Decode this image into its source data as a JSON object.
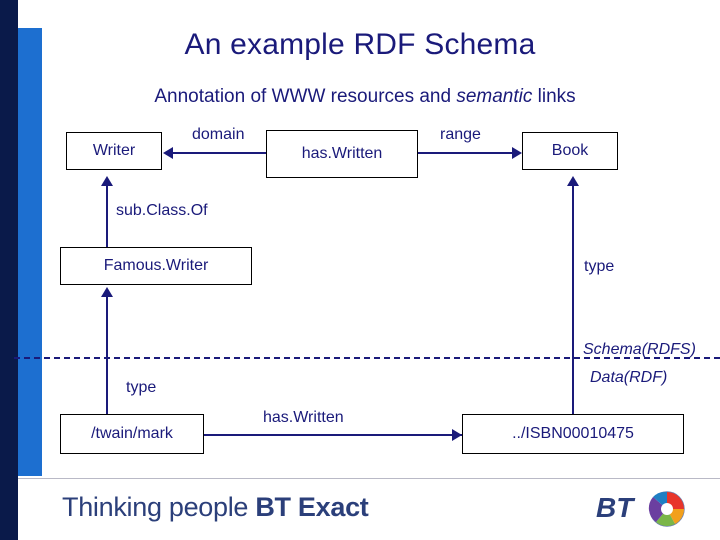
{
  "slide": {
    "title": "An example RDF Schema",
    "subtitle_pre": "Annotation of WWW resources and ",
    "subtitle_em": "semantic",
    "subtitle_post": " links"
  },
  "diagram": {
    "nodes": [
      {
        "id": "writer",
        "label": "Writer"
      },
      {
        "id": "has_written_top",
        "label": "has.Written"
      },
      {
        "id": "book",
        "label": "Book"
      },
      {
        "id": "famous_writer",
        "label": "Famous.Writer"
      },
      {
        "id": "twain_mark",
        "label": "/twain/mark"
      },
      {
        "id": "isbn",
        "label": "../ISBN00010475"
      }
    ],
    "edge_labels": [
      {
        "id": "domain",
        "label": "domain"
      },
      {
        "id": "range",
        "label": "range"
      },
      {
        "id": "sub_class_of",
        "label": "sub.Class.Of"
      },
      {
        "id": "type_right",
        "label": "type"
      },
      {
        "id": "type_left",
        "label": "type"
      },
      {
        "id": "has_written_bottom",
        "label": "has.Written"
      }
    ],
    "layer_labels": [
      {
        "id": "schema_layer",
        "label": "Schema(RDFS)"
      },
      {
        "id": "data_layer",
        "label": "Data(RDF)"
      }
    ]
  },
  "footer": {
    "tagline_thin": "Thinking people",
    "tagline_bold": "BT Exact",
    "logo_word": "BT"
  },
  "colors": {
    "text_navy": "#1a1a7a",
    "bar_blue": "#1d6fd0",
    "bar_dark": "#0a1a4a",
    "footer_navy": "#2b3f7a"
  }
}
